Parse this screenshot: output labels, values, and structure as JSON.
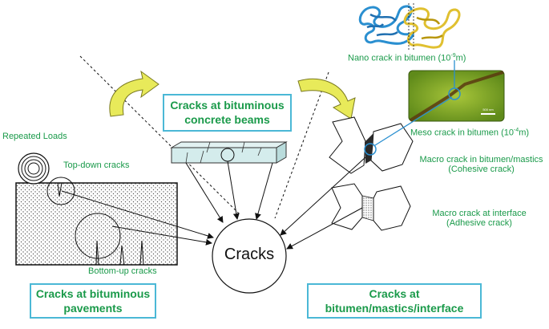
{
  "hub": {
    "label": "Cracks"
  },
  "boxes": {
    "beams": {
      "line1": "Cracks at bituminous",
      "line2": "concrete beams"
    },
    "pavements": {
      "line1": "Cracks at bituminous",
      "line2": "pavements"
    },
    "interface": {
      "line1": "Cracks at",
      "line2": "bitumen/mastics/interface"
    }
  },
  "labels": {
    "repeated_loads": "Repeated Loads",
    "top_down": "Top-down cracks",
    "bottom_up": "Bottom-up cracks",
    "nano_prefix": "Nano crack in bitumen (10",
    "nano_exp": "-9",
    "nano_suffix": "m)",
    "meso_prefix": "Meso crack in bitumen (10",
    "meso_exp": "-4",
    "meso_suffix": "m)",
    "macro_cohesive_line1": "Macro crack in bitumen/mastics",
    "macro_cohesive_line2": "(Cohesive crack)",
    "macro_adhesive_line1": "Macro crack at interface",
    "macro_adhesive_line2": "(Adhesive crack)"
  },
  "micrograph": {
    "scale_text": "500 nm"
  },
  "colors": {
    "label_green": "#1a9a4a",
    "box_border": "#4bb8d6",
    "arrow_yellow": "#e8ea5a",
    "beam_fill": "#d4ecec",
    "nano_blue": "#2a8fd0",
    "nano_yellow": "#e0c030"
  }
}
